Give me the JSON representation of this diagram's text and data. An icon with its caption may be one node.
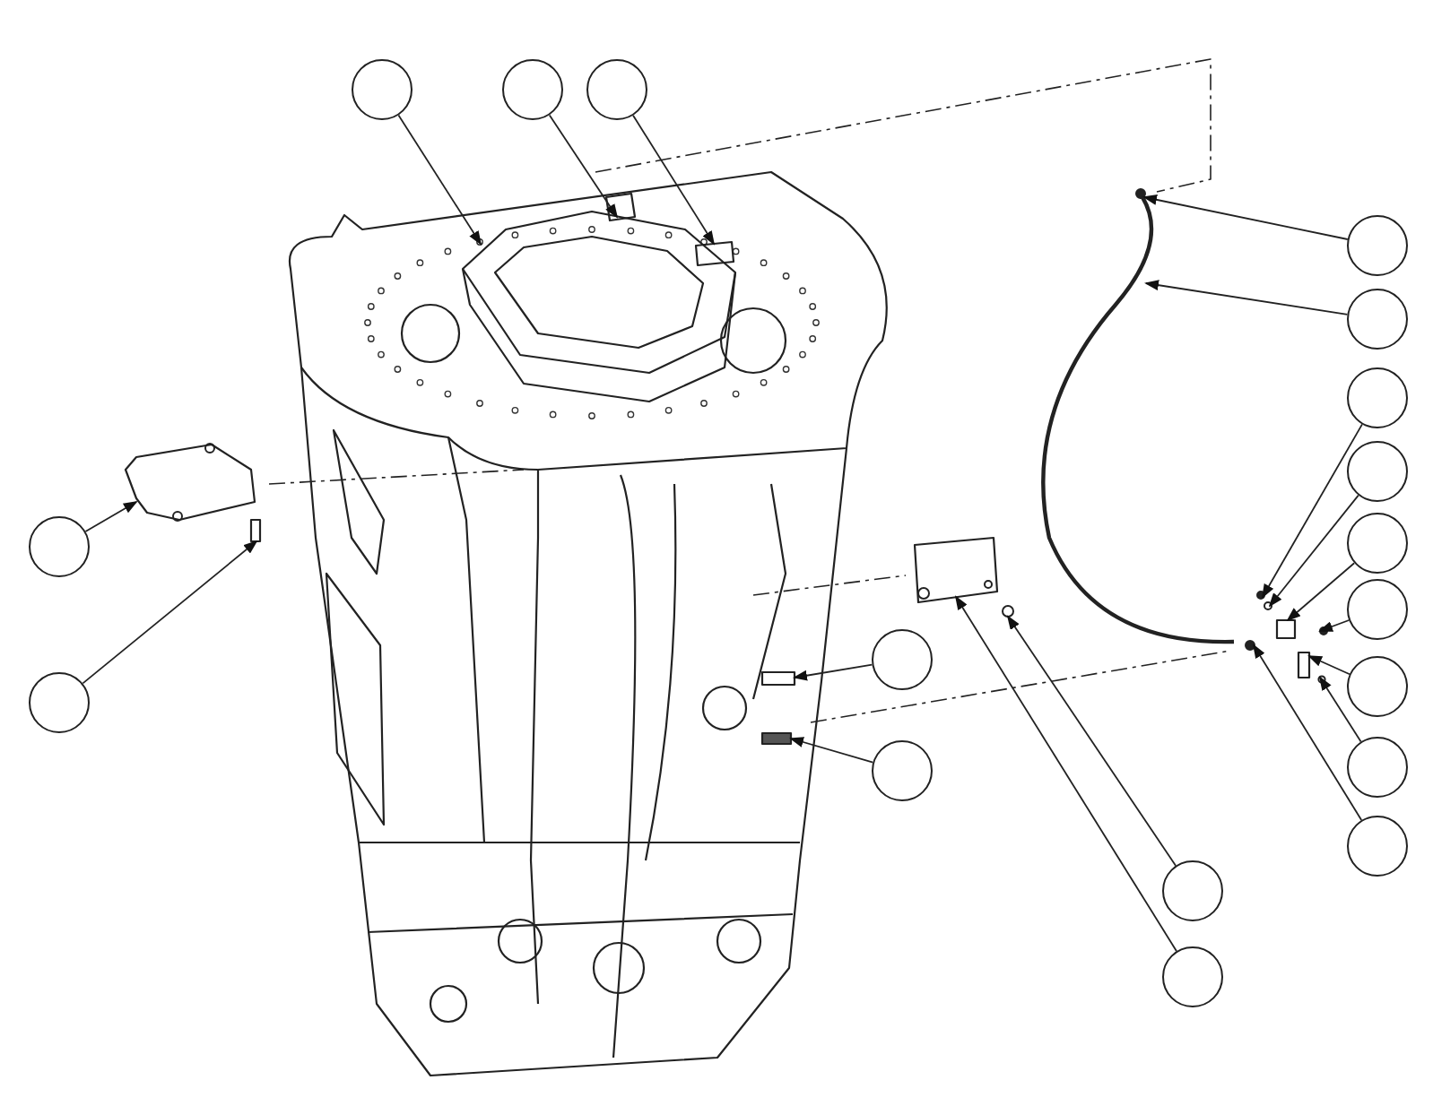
{
  "diagram": {
    "nodes": [
      {
        "text": [],
        "shape": "circle"
      },
      {
        "text": [],
        "shape": "circle"
      },
      {
        "text": [],
        "shape": "circle"
      },
      {
        "text": [],
        "shape": "circle"
      },
      {
        "text": [],
        "shape": "circle"
      },
      {
        "text": [],
        "shape": "circle"
      },
      {
        "text": [],
        "shape": "circle"
      },
      {
        "text": [],
        "shape": "circle"
      },
      {
        "text": [],
        "shape": "circle"
      },
      {
        "text": [],
        "shape": "circle"
      },
      {
        "text": [],
        "shape": "circle"
      },
      {
        "text": [],
        "shape": "circle"
      },
      {
        "text": [],
        "shape": "circle"
      },
      {
        "text": [],
        "shape": "circle"
      },
      {
        "text": [],
        "shape": "circle"
      },
      {
        "text": [],
        "shape": "circle"
      },
      {
        "text": [],
        "shape": "circle"
      },
      {
        "text": [],
        "shape": "circle"
      },
      {
        "text": [],
        "shape": "picture"
      },
      {
        "text": [],
        "shape": "box"
      },
      {
        "text": [],
        "shape": "box"
      },
      {
        "text": [],
        "shape": "circle"
      },
      {
        "text": [],
        "shape": "picture"
      },
      {
        "text": [],
        "shape": "circle"
      },
      {
        "text": [],
        "shape": "circle"
      },
      {
        "text": [],
        "shape": "box"
      },
      {
        "text": [],
        "shape": "circle"
      },
      {
        "text": [],
        "shape": "box"
      },
      {
        "text": [],
        "shape": "circle"
      },
      {
        "text": [],
        "shape": "circle"
      },
      {
        "text": [],
        "shape": "picture"
      },
      {
        "text": [],
        "shape": "box"
      },
      {
        "text": [],
        "shape": "box"
      },
      {
        "text": [],
        "shape": "box"
      },
      {
        "text": [],
        "shape": "circle"
      },
      {
        "text": [],
        "shape": "picture"
      }
    ],
    "edges": [
      {
        "from": 0,
        "to": 18,
        "arrow": "to"
      },
      {
        "from": 1,
        "to": 19,
        "arrow": "to"
      },
      {
        "from": 2,
        "to": 20,
        "arrow": "to"
      },
      {
        "from": 3,
        "to": 21,
        "arrow": "to"
      },
      {
        "from": 4,
        "to": 22,
        "arrow": "to"
      },
      {
        "from": 5,
        "to": 23,
        "arrow": "to"
      },
      {
        "from": 6,
        "to": 24,
        "arrow": "to"
      },
      {
        "from": 7,
        "to": 25,
        "arrow": "to"
      },
      {
        "from": 8,
        "to": 26,
        "arrow": "to"
      },
      {
        "from": 9,
        "to": 27,
        "arrow": "to"
      },
      {
        "from": 10,
        "to": 28,
        "arrow": "to"
      },
      {
        "from": 11,
        "to": 29,
        "arrow": "to"
      },
      {
        "from": 12,
        "to": 30,
        "arrow": "to"
      },
      {
        "from": 13,
        "to": 31,
        "arrow": "to"
      },
      {
        "from": 14,
        "to": 32,
        "arrow": "to"
      },
      {
        "from": 15,
        "to": 33,
        "arrow": "to"
      },
      {
        "from": 16,
        "to": 34,
        "arrow": "to"
      },
      {
        "from": 17,
        "to": 35,
        "arrow": "to"
      }
    ]
  }
}
